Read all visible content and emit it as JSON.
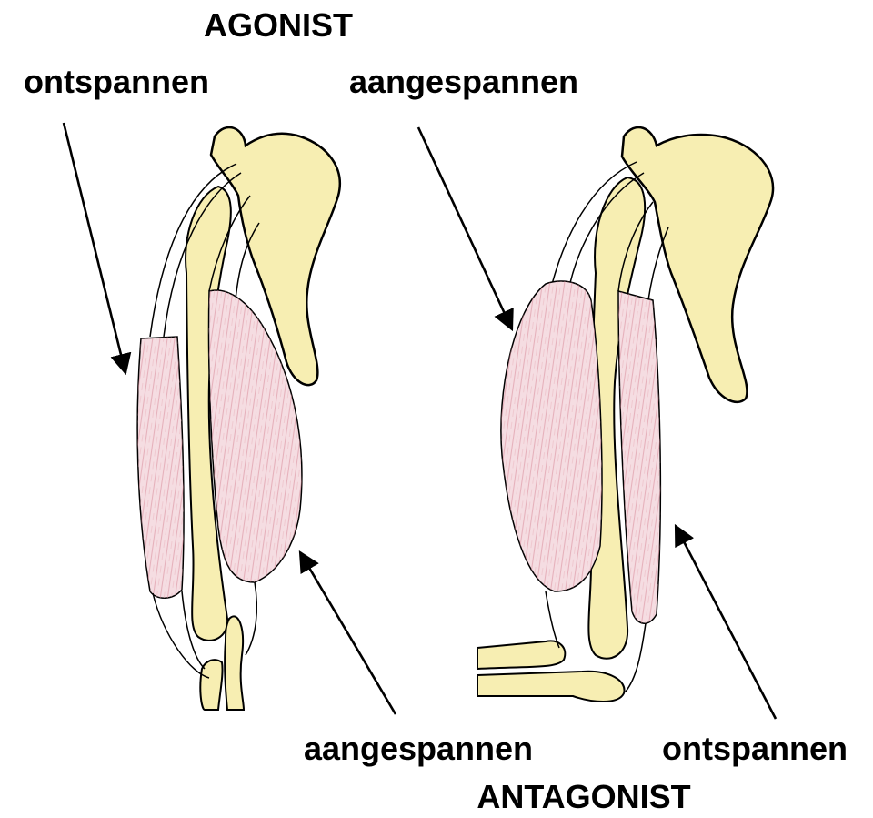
{
  "labels": {
    "agonist_title": "AGONIST",
    "antagonist_title": "ANTAGONIST",
    "left_top": "ontspannen",
    "right_top": "aangespannen",
    "left_bottom": "aangespannen",
    "right_bottom": "ontspannen"
  },
  "colors": {
    "bone": "#f7eeb2",
    "muscle": "#f5dde2",
    "muscle_fiber": "#d98c9a",
    "tendon": "#ffffff",
    "outline": "#000000",
    "text": "#000000"
  }
}
